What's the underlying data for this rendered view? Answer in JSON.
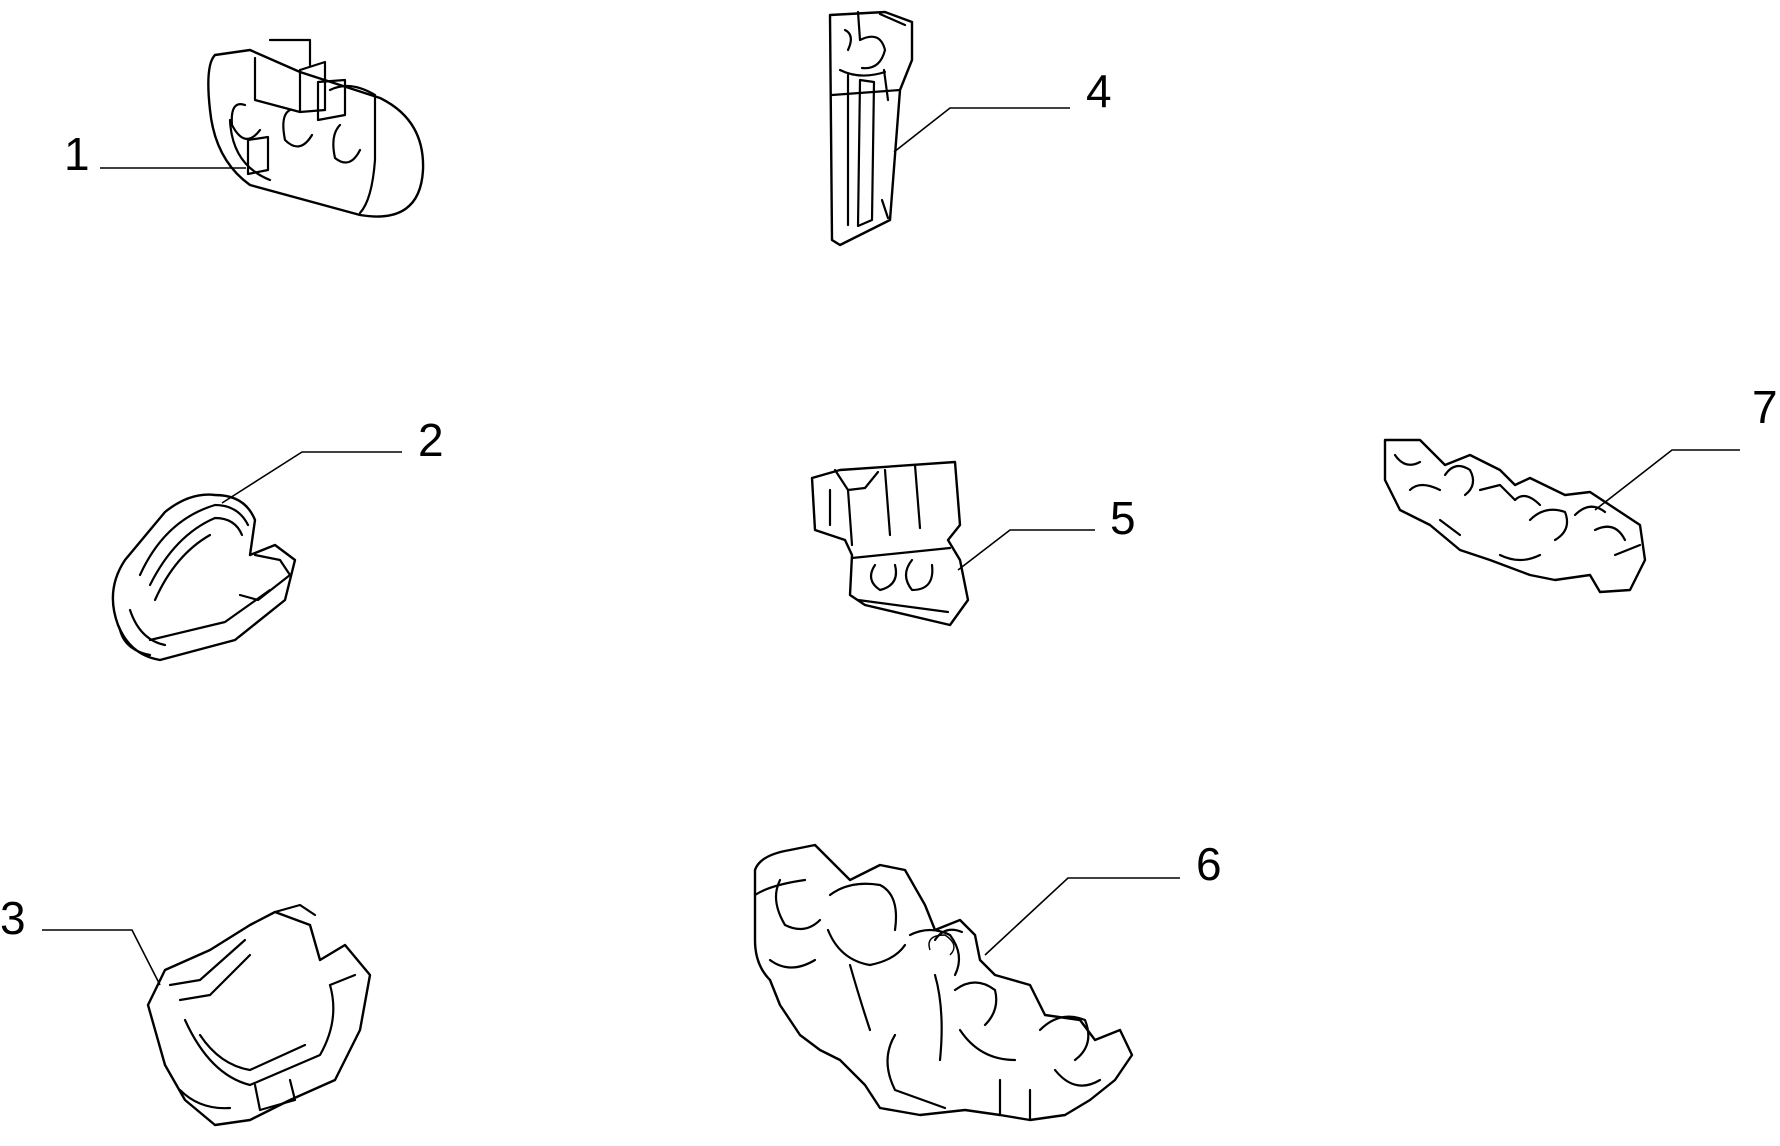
{
  "diagram": {
    "callouts": [
      {
        "id": "1",
        "label": "1"
      },
      {
        "id": "2",
        "label": "2"
      },
      {
        "id": "3",
        "label": "3"
      },
      {
        "id": "4",
        "label": "4"
      },
      {
        "id": "5",
        "label": "5"
      },
      {
        "id": "6",
        "label": "6"
      },
      {
        "id": "7",
        "label": "7"
      }
    ],
    "colors": {
      "ink": "#000000",
      "background": "#ffffff"
    }
  }
}
